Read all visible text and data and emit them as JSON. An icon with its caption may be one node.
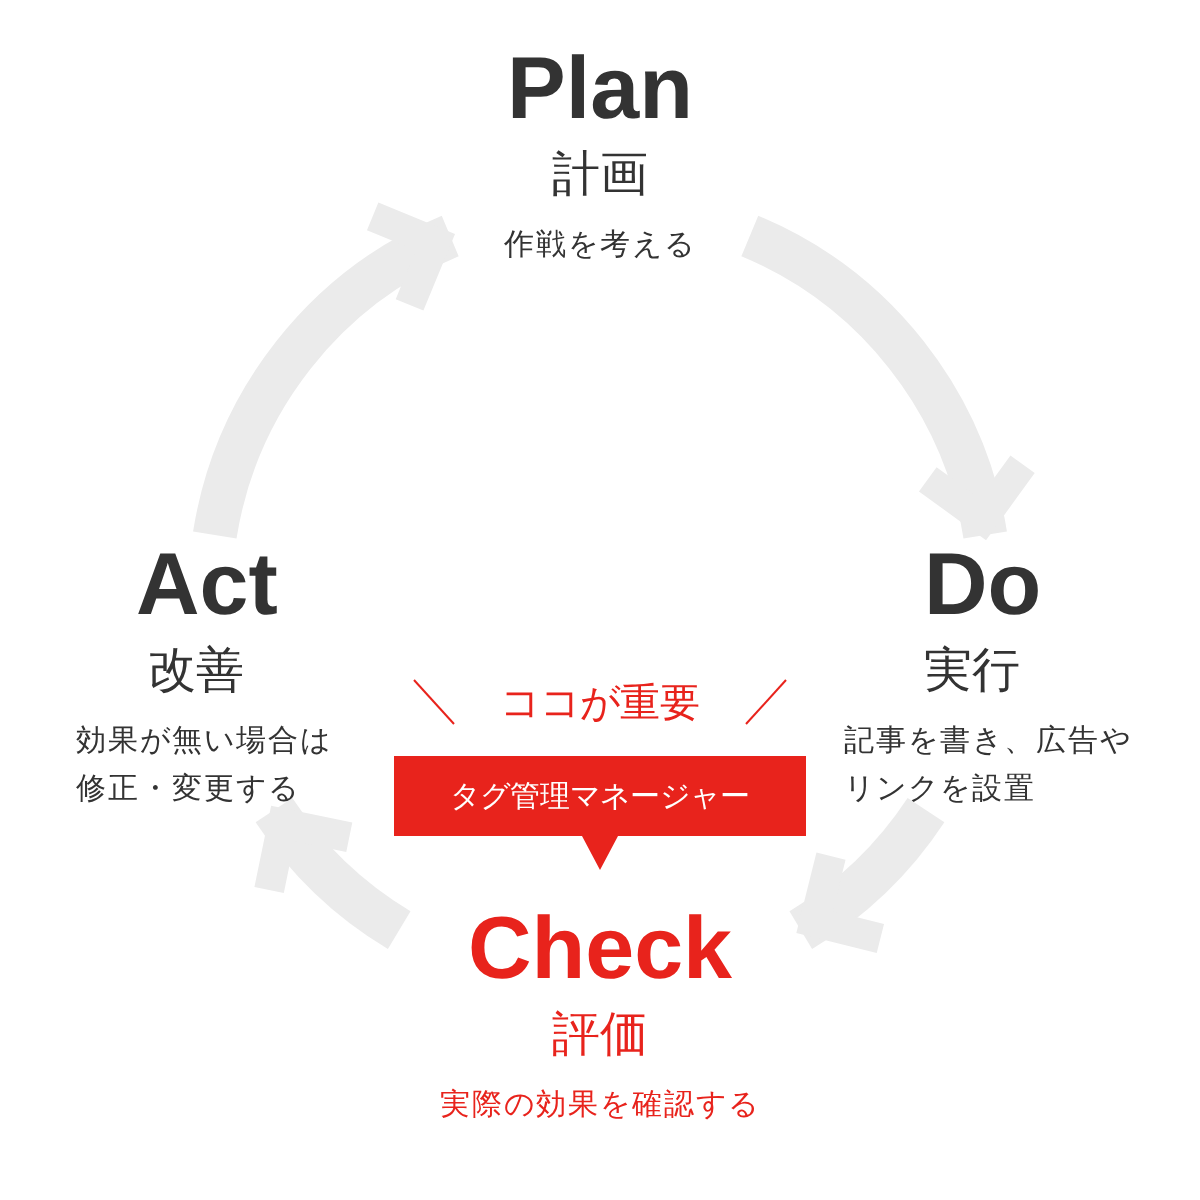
{
  "diagram": {
    "nodes": [
      {
        "text": [
          "Plan",
          "計画",
          "作戦を考える"
        ]
      },
      {
        "text": [
          "Do",
          "実行",
          "記事を書き、広告やリンクを設置"
        ]
      },
      {
        "text": [
          "Check",
          "評価",
          "実際の効果を確認する"
        ]
      },
      {
        "text": [
          "Act",
          "改善",
          "効果が無い場合は修正・変更する"
        ]
      },
      {
        "text": [
          "タグ管理マネージャー"
        ],
        "beside": [
          "ココが重要"
        ]
      }
    ],
    "edges": [
      {
        "from": 0,
        "to": 1,
        "arrow": "to"
      },
      {
        "from": 1,
        "to": 2,
        "arrow": "to"
      },
      {
        "from": 2,
        "to": 3,
        "arrow": "to"
      },
      {
        "from": 3,
        "to": 0,
        "arrow": "to"
      }
    ]
  }
}
